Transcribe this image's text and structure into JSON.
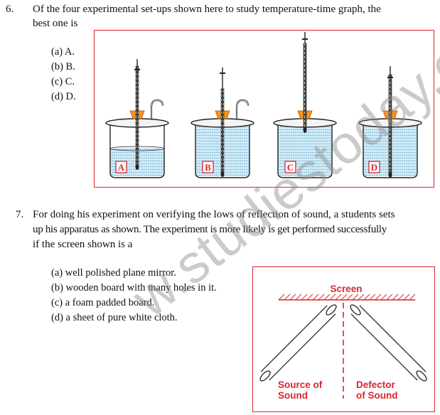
{
  "q6": {
    "number": "6.",
    "text_line1": "Of the four experimental set-ups shown here to study temperature-time graph, the",
    "text_line2": "best one is",
    "options": [
      "(a) A.",
      "(b) B.",
      "(c) C.",
      "(d) D."
    ],
    "setup_labels": [
      "A",
      "B",
      "C",
      "D"
    ]
  },
  "q7": {
    "number": "7.",
    "text_line1": "For doing his experiment on verifying the lows of reflection of sound, a students sets",
    "text_line2": "up his apparatus as shown. The experiment is more likely is get performed successfully",
    "text_line3": "if the screen shown is a",
    "options": [
      "(a) well polished plane mirror.",
      "(b) wooden board with many holes in it.",
      "(c) a foam padded board.",
      "(d) a sheet of pure white cloth."
    ],
    "diagram": {
      "screen_label": "Screen",
      "source_label_line1": "Source of",
      "source_label_line2": "Sound",
      "detector_label_line1": "Defector",
      "detector_label_line2": "of Sound"
    }
  },
  "watermark": "w.studiestoday.c",
  "colors": {
    "frame": "#d9262c",
    "diagram_text": "#d9262c",
    "cork": "#f7941d",
    "water": "#bfe3f2"
  }
}
